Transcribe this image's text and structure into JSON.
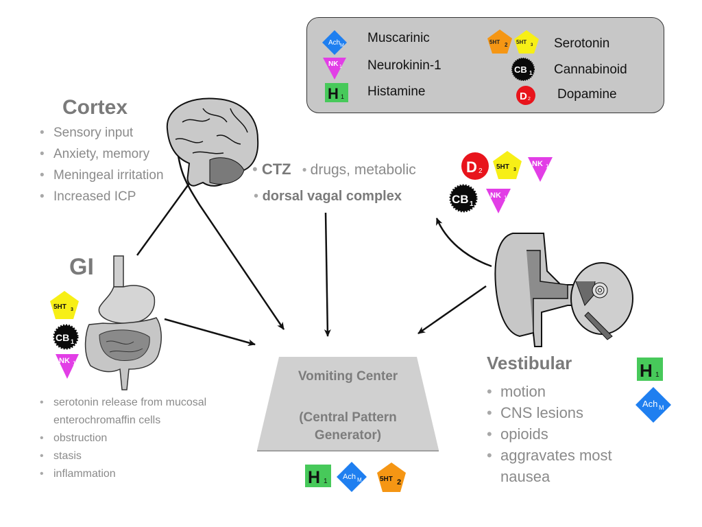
{
  "legend": {
    "items": [
      {
        "icon": "muscarinic-receptor-icon",
        "symbol": "Ach",
        "sub": "M",
        "label": "Muscarinic"
      },
      {
        "icon": "neurokinin-receptor-icon",
        "symbol": "NK",
        "sub": "1",
        "label": "Neurokinin-1"
      },
      {
        "icon": "histamine-receptor-icon",
        "symbol": "H",
        "sub": "1",
        "label": "Histamine"
      },
      {
        "icon": "serotonin-receptor-icon",
        "symbol": "5HT",
        "sub": "2",
        "symbol2": "5HT",
        "sub2": "3",
        "label": "Serotonin"
      },
      {
        "icon": "cannabinoid-receptor-icon",
        "symbol": "CB",
        "sub": "1",
        "label": "Cannabinoid"
      },
      {
        "icon": "dopamine-receptor-icon",
        "symbol": "D",
        "sub": "2",
        "label": "Dopamine"
      }
    ]
  },
  "colors": {
    "muscarinic": "#1f7ff0",
    "neurokinin": "#e23ee6",
    "histamine": "#47c95a",
    "serotonin2": "#f59614",
    "serotonin3": "#f7ef16",
    "cannabinoid": "#0a0a0a",
    "dopamine": "#e8141c",
    "heading_text": "#7a7a7a",
    "body_text": "#8a8a8a",
    "legend_bg": "#c7c7c7"
  },
  "cortex": {
    "title": "Cortex",
    "items": [
      "Sensory input",
      "Anxiety, memory",
      "Meningeal irritation",
      "Increased ICP"
    ]
  },
  "ctz": {
    "title": "CTZ",
    "detail": "drugs, metabolic",
    "dvc": "dorsal vagal complex",
    "receptors_ctz": [
      "D2",
      "5HT3",
      "NK1"
    ],
    "receptors_dvc": [
      "CB1",
      "NK1"
    ]
  },
  "gi": {
    "title": "GI",
    "receptors": [
      "5HT3",
      "CB1",
      "NK1"
    ],
    "items": [
      "serotonin release from mucosal",
      "enterochromaffin cells",
      "obstruction",
      "stasis",
      "inflammation"
    ]
  },
  "vomiting_center": {
    "line1": "Vomiting Center",
    "line2": "(Central Pattern",
    "line3": "Generator)",
    "receptors": [
      "H1",
      "AchM",
      "5HT2"
    ]
  },
  "vestibular": {
    "title": "Vestibular",
    "receptors": [
      "H1",
      "AchM"
    ],
    "items": [
      "motion",
      "CNS lesions",
      "opioids",
      "aggravates most",
      "nausea"
    ]
  }
}
